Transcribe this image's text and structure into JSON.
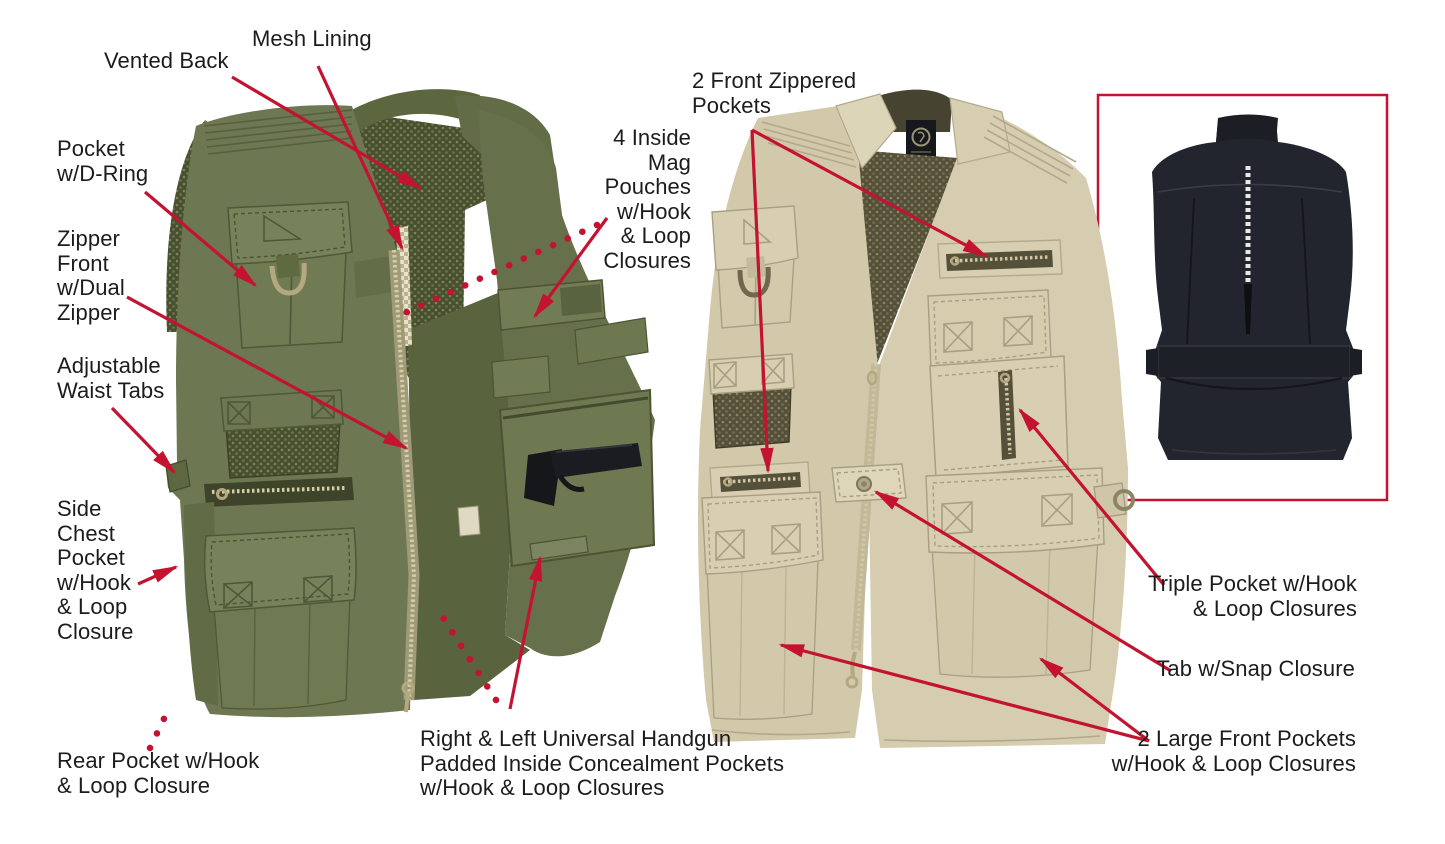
{
  "labels": {
    "vented_back": "Vented Back",
    "mesh_lining": "Mesh Lining",
    "pocket_d_ring": "Pocket\nw/D-Ring",
    "zipper_front": "Zipper\nFront\nw/Dual\nZipper",
    "adjustable_waist_tabs": "Adjustable\nWaist Tabs",
    "side_chest_pocket": "Side\nChest\nPocket\nw/Hook\n& Loop\nClosure",
    "rear_pocket": "Rear Pocket w/Hook\n& Loop Closure",
    "front_zippered_pockets": "2 Front Zippered\nPockets",
    "inside_mag_pouches": "4 Inside\nMag\nPouches\nw/Hook\n& Loop\nClosures",
    "handgun_pockets": "Right & Left Universal Handgun\nPadded Inside Concealment Pockets\nw/Hook & Loop Closures",
    "triple_pocket": "Triple Pocket w/Hook\n& Loop Closures",
    "tab_snap_closure": "Tab w/Snap Closure",
    "large_front_pockets": "2 Large Front Pockets\nw/Hook & Loop Closures"
  },
  "colors": {
    "accent_red": "#c41231",
    "label_text": "#1d1b1c",
    "background": "#ffffff",
    "olive": "#6d7751",
    "olive_shadow": "#565f3c",
    "olive_mesh": "#49502f",
    "khaki": "#d2c9ab",
    "khaki_light": "#d8cfb2",
    "khaki_shadow": "#b3aa8c",
    "khaki_mesh": "#55503a",
    "black_vest": "#23252e",
    "metal": "#a69c7c"
  }
}
